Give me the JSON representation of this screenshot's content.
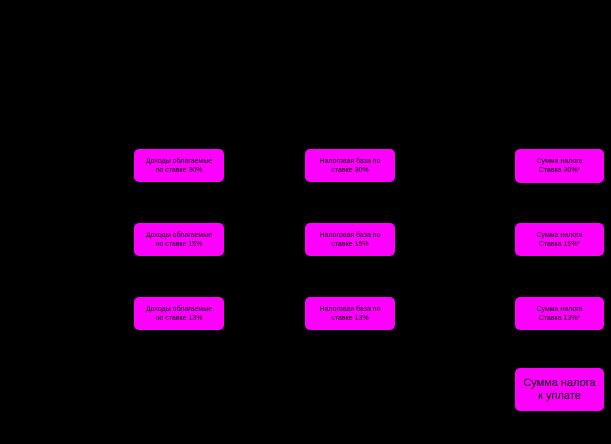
{
  "diagram": {
    "income_nodes": [
      {
        "label": "Доходы облагаемые\nпо ставке  30%"
      },
      {
        "label": "Доходы облагаемые\nпо ставке  15%"
      },
      {
        "label": "Доходы облагаемые\nпо ставке  13%"
      }
    ],
    "base_nodes": [
      {
        "label": "Налоговая база по\nставке 30%"
      },
      {
        "label": "Налоговая база по\nставке 15%"
      },
      {
        "label": "Налоговая база по\nставке 13%"
      }
    ],
    "tax_nodes": [
      {
        "label": "Сумма налога\nСтавка 30%*"
      },
      {
        "label": "Сумма налога\nСтавка 15%*"
      },
      {
        "label": "Сумма налога\nСтавка 13%*"
      }
    ],
    "total_node": {
      "label": "Сумма налога\nк уплате"
    },
    "colors": {
      "background": "#000000",
      "node_fill": "#ff00ff",
      "text": "#000000"
    }
  }
}
